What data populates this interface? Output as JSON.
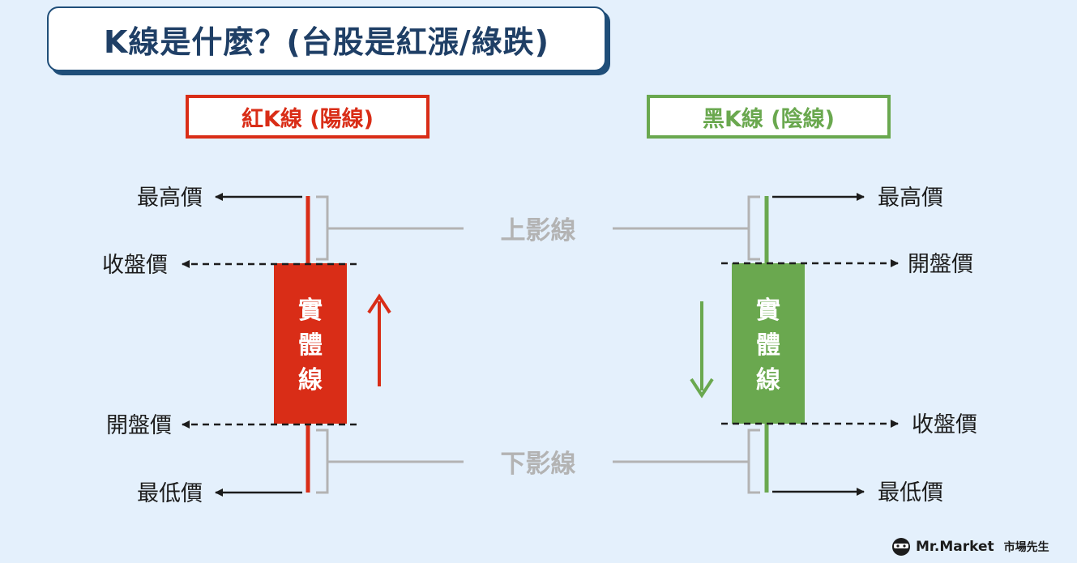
{
  "title": "K線是什麼？(台股是紅漲/綠跌)",
  "red_candle": {
    "category": "紅K線 (陽線)",
    "color": "#d92d17",
    "labels": {
      "high": "最高價",
      "close": "收盤價",
      "open": "開盤價",
      "low": "最低價"
    },
    "body_text": [
      "實",
      "體",
      "線"
    ],
    "direction": "up"
  },
  "green_candle": {
    "category": "黑K線 (陰線)",
    "color": "#6aa84f",
    "labels": {
      "high": "最高價",
      "open": "開盤價",
      "close": "收盤價",
      "low": "最低價"
    },
    "body_text": [
      "實",
      "體",
      "線"
    ],
    "direction": "down"
  },
  "upper_shadow": "上影線",
  "lower_shadow": "下影線",
  "brand": {
    "name": "Mr.Market",
    "cn": "市場先生",
    "icon": "masked-face-icon"
  }
}
